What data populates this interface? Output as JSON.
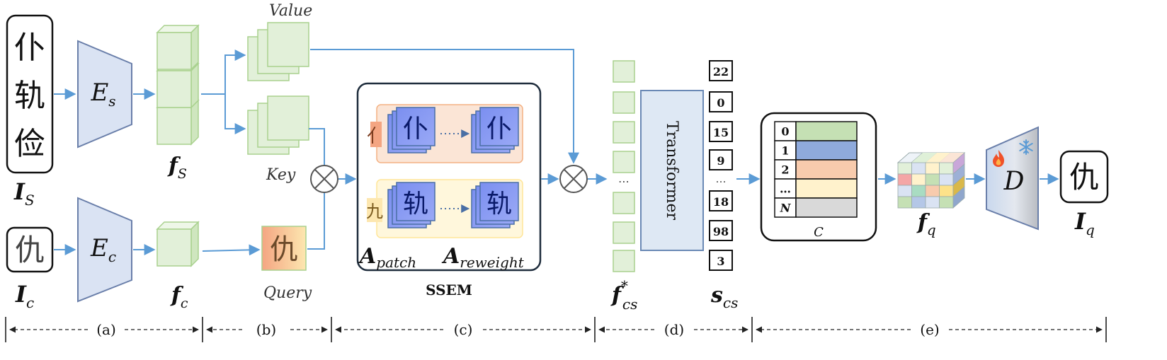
{
  "labels": {
    "value": "Value",
    "key": "Key",
    "query": "Query",
    "ssem": "SSEM",
    "transformer": "Transformer",
    "codebook": "C"
  },
  "encoders": {
    "style": {
      "glyph": "E",
      "sub": "s"
    },
    "content": {
      "glyph": "E",
      "sub": "c"
    },
    "decoder": {
      "glyph": "D"
    }
  },
  "inputs": {
    "style_chars": [
      "仆",
      "轨",
      "俭"
    ],
    "content_char": "仇",
    "output_char": "仇",
    "query_char": "仇",
    "ssem_row1": {
      "radical": "亻",
      "char": "仆"
    },
    "ssem_row2": {
      "radical": "九",
      "char": "轨"
    }
  },
  "symbols": {
    "I_S": {
      "base": "I",
      "sub": "S"
    },
    "I_c": {
      "base": "I",
      "sub": "c"
    },
    "I_q": {
      "base": "I",
      "sub": "q"
    },
    "f_S": {
      "base": "f",
      "sub": "S"
    },
    "f_c": {
      "base": "f",
      "sub": "c"
    },
    "f_cs_star": {
      "base": "f",
      "sub": "cs",
      "sup": "*"
    },
    "s_cs": {
      "base": "s",
      "sub": "cs"
    },
    "f_q": {
      "base": "f",
      "sub": "q"
    },
    "A_patch": {
      "base": "A",
      "sub": "patch"
    },
    "A_reweight": {
      "base": "A",
      "sub": "reweight"
    }
  },
  "indices": [
    "22",
    "0",
    "15",
    "9",
    "…",
    "18",
    "98",
    "3"
  ],
  "codebook_rows": [
    {
      "label": "0",
      "color": "#c5e0b4"
    },
    {
      "label": "1",
      "color": "#8faadc"
    },
    {
      "label": "2",
      "color": "#f8cbad"
    },
    {
      "label": "…",
      "color": "#fff2cc"
    },
    {
      "label": "N",
      "color": "#d9d9d9"
    }
  ],
  "fcs_ellipsis": "⋯",
  "stages": [
    "(a)",
    "(b)",
    "(c)",
    "(d)",
    "(e)"
  ],
  "colors": {
    "arrow": "#5b9bd5",
    "encoder_fill": "#dae3f3",
    "encoder_stroke": "#6a7faa",
    "feature_fill": "#e2f0d9",
    "feature_stroke": "#a9d18e",
    "transformer_fill": "#dee8f4",
    "transformer_stroke": "#6a89b5"
  }
}
